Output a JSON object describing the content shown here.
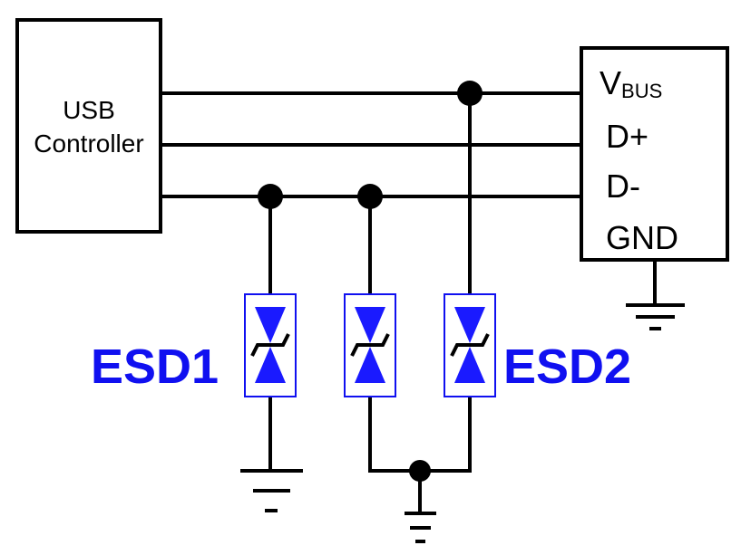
{
  "controller": {
    "line1": "USB",
    "line2": "Controller"
  },
  "connector": {
    "vbus_main": "V",
    "vbus_sub": "BUS",
    "dplus": "D+",
    "dminus": "D-",
    "gnd": "GND"
  },
  "esd_labels": {
    "left": "ESD1",
    "right": "ESD2"
  },
  "colors": {
    "wire": "#000000",
    "esd": "#1010f0",
    "tvs_box": "#1010f0",
    "tvs_fill": "#1a1aff",
    "background": "#ffffff"
  },
  "icons": [
    "ground-symbol-icon",
    "bidirectional-tvs-diode-icon",
    "junction-dot-icon"
  ]
}
